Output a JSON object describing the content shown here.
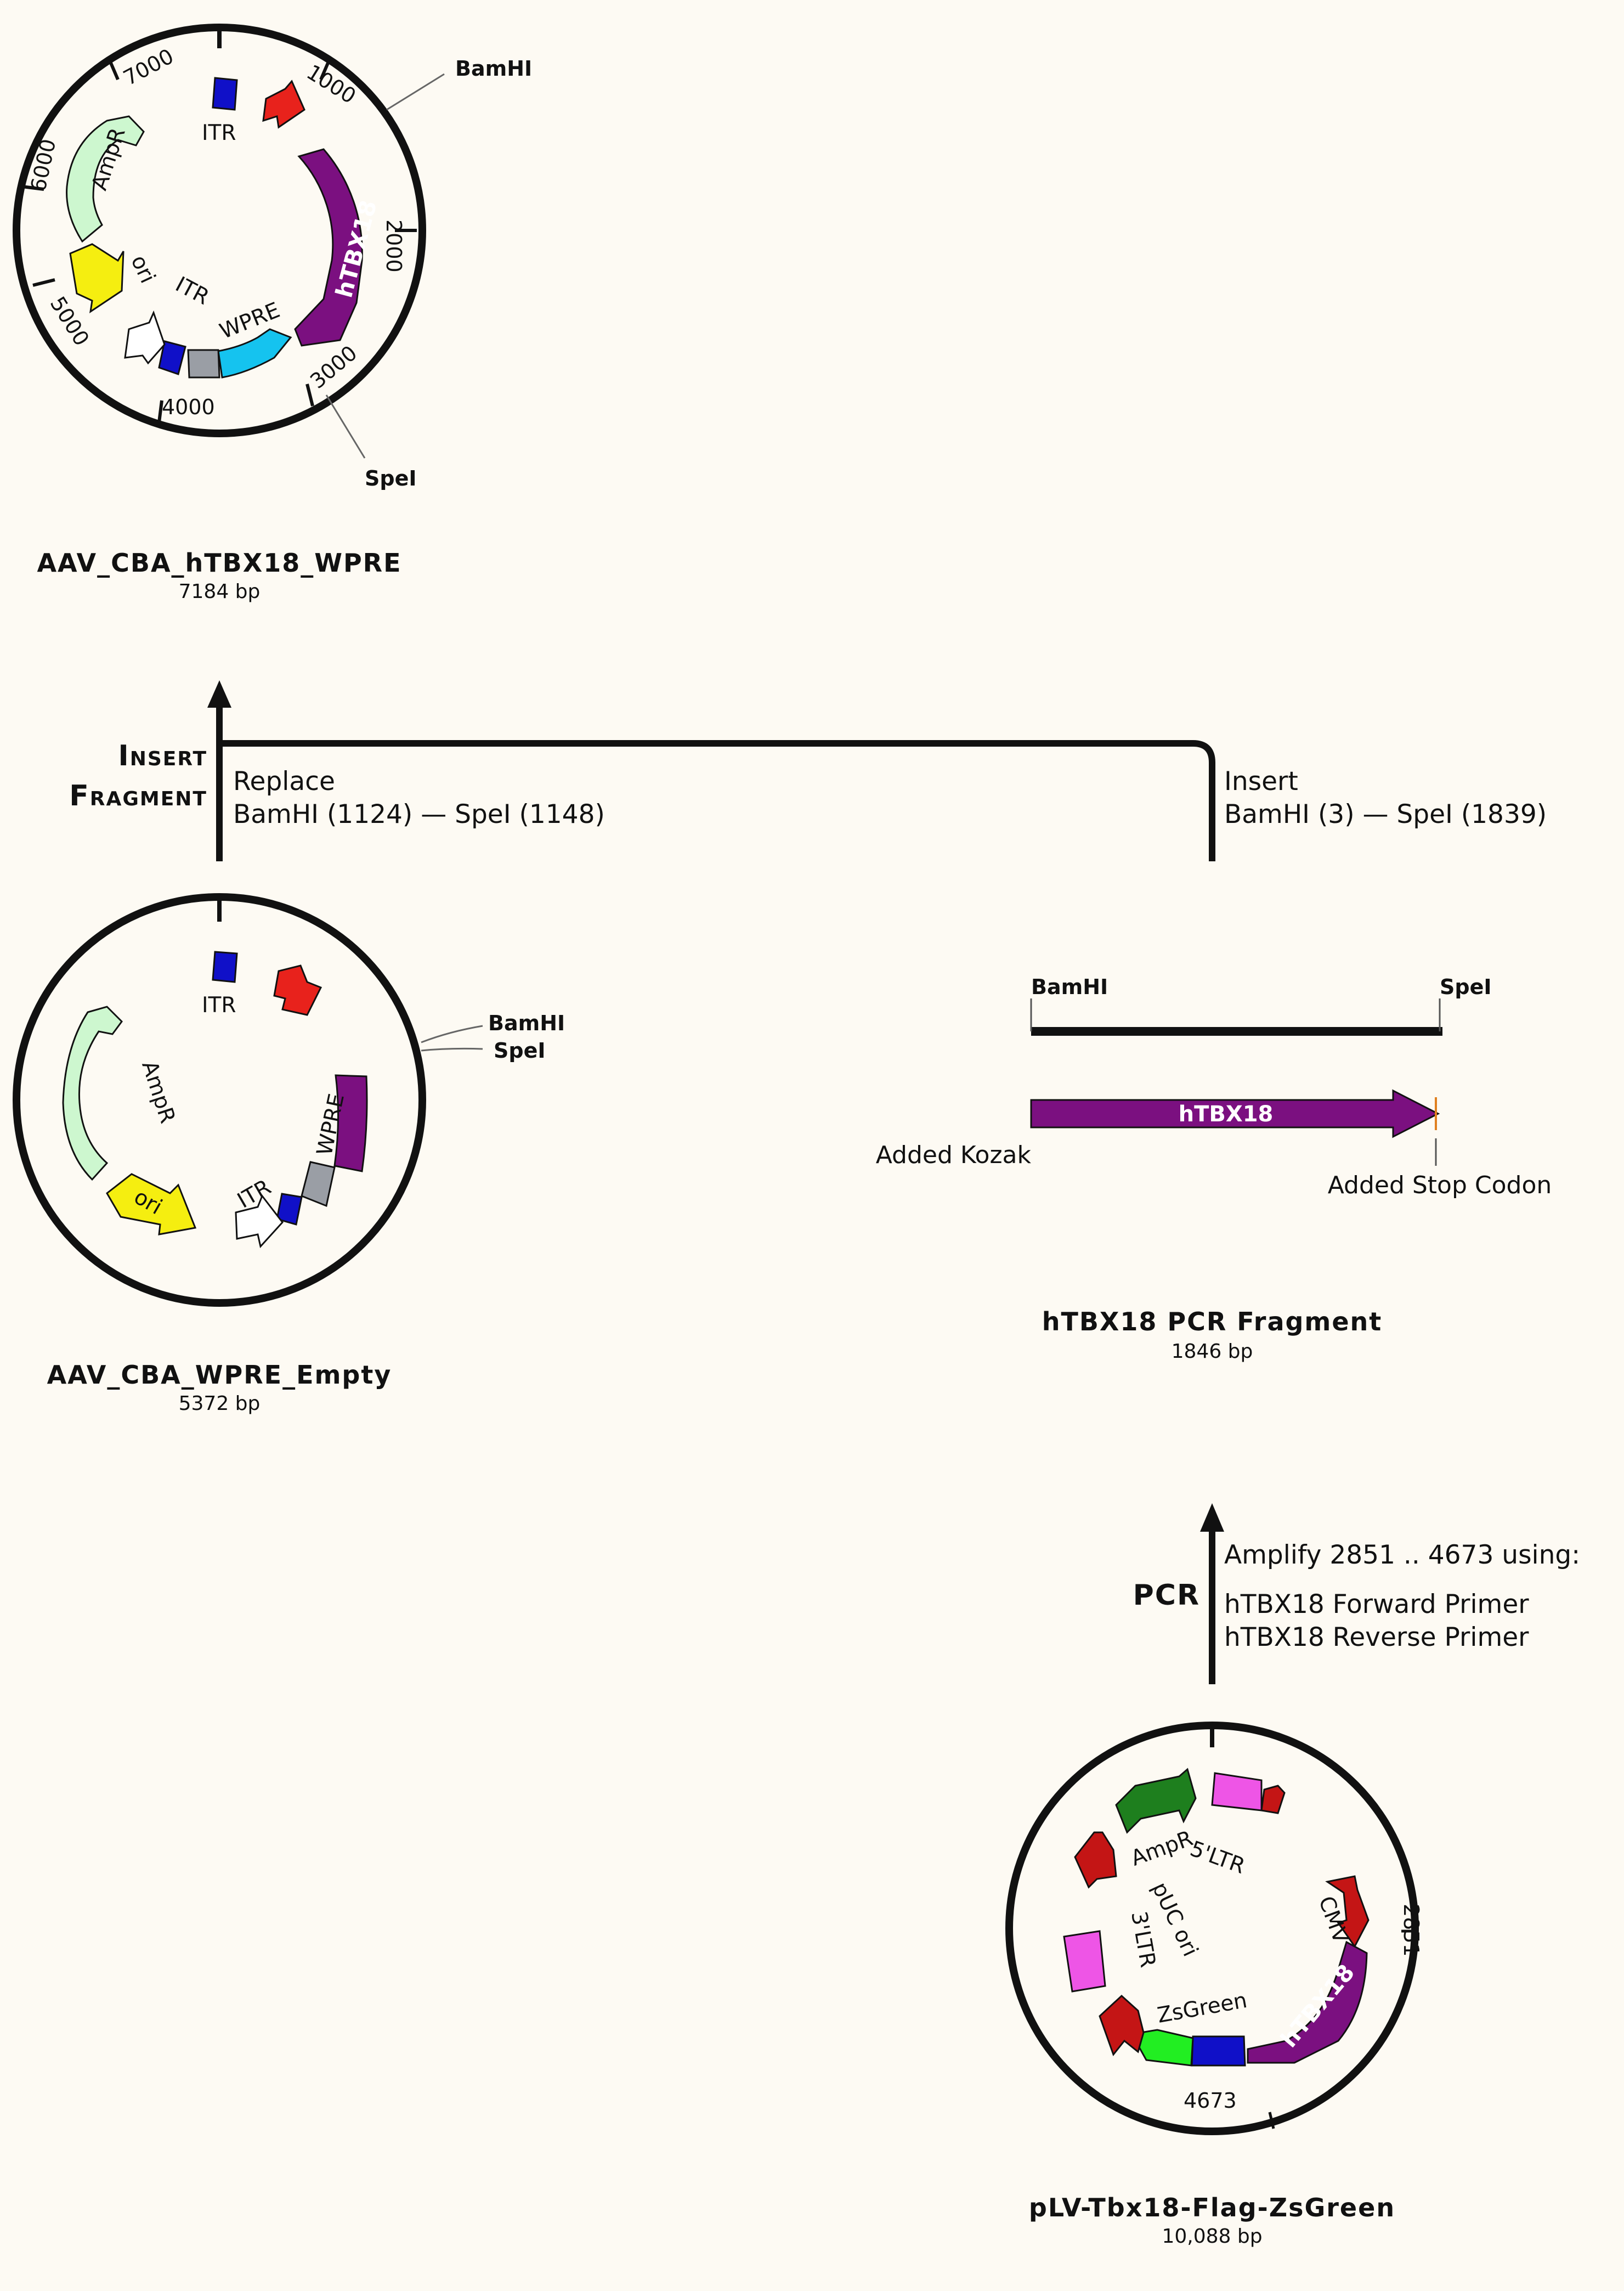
{
  "plasmid_top": {
    "name": "AAV_CBA_hTBX18_WPRE",
    "size": "7184 bp",
    "ticks": [
      "1000",
      "2000",
      "3000",
      "4000",
      "5000",
      "6000",
      "7000"
    ],
    "features": {
      "itr1": "ITR",
      "itr2": "ITR",
      "htbx18": "hTBX18",
      "wpre": "WPRE",
      "ori": "ori",
      "ampr": "AmpR"
    },
    "sites": {
      "bamhi": "BamHI",
      "spei": "SpeI"
    }
  },
  "plasmid_empty": {
    "name": "AAV_CBA_WPRE_Empty",
    "size": "5372 bp",
    "features": {
      "itr1": "ITR",
      "itr2": "ITR",
      "wpre": "WPRE",
      "ori": "ori",
      "ampr": "AmpR"
    },
    "sites": {
      "bamhi": "BamHI",
      "spei": "SpeI"
    }
  },
  "step_insert": {
    "title_line1": "Insert",
    "title_line2": "Fragment",
    "replace_label": "Replace",
    "replace_range": "BamHI (1124) — SpeI (1148)",
    "insert_label": "Insert",
    "insert_range": "BamHI (3) — SpeI (1839)"
  },
  "fragment": {
    "name": "hTBX18 PCR Fragment",
    "size": "1846 bp",
    "site_left": "BamHI",
    "site_right": "SpeI",
    "gene": "hTBX18",
    "kozak": "Added Kozak",
    "stop": "Added Stop Codon"
  },
  "step_pcr": {
    "title": "PCR",
    "line1": "Amplify 2851 .. 4673 using:",
    "line2": "hTBX18 Forward Primer",
    "line3": "hTBX18 Reverse Primer"
  },
  "plasmid_source": {
    "name": "pLV-Tbx18-Flag-ZsGreen",
    "size": "10,088 bp",
    "tick_start": "2851",
    "tick_end": "4673",
    "features": {
      "ampr": "AmpR",
      "ltr5": "5'LTR",
      "cmv": "CMV",
      "puc": "pUC ori",
      "ltr3": "3'LTR",
      "zsgreen": "ZsGreen",
      "htbx18": "hTBX18"
    }
  },
  "colors": {
    "itr": "#1010c8",
    "promoter": "#e8221c",
    "htbx18": "#7b1080",
    "wpre": "#15c3ef",
    "ori": "#f5ee10",
    "ampr": "#cdf7cf",
    "grey": "#9a9ea5",
    "ltr": "#ee55e6",
    "cmv": "#c41515",
    "zsgreen": "#22ee22",
    "dark_green": "#1e7f1e"
  }
}
